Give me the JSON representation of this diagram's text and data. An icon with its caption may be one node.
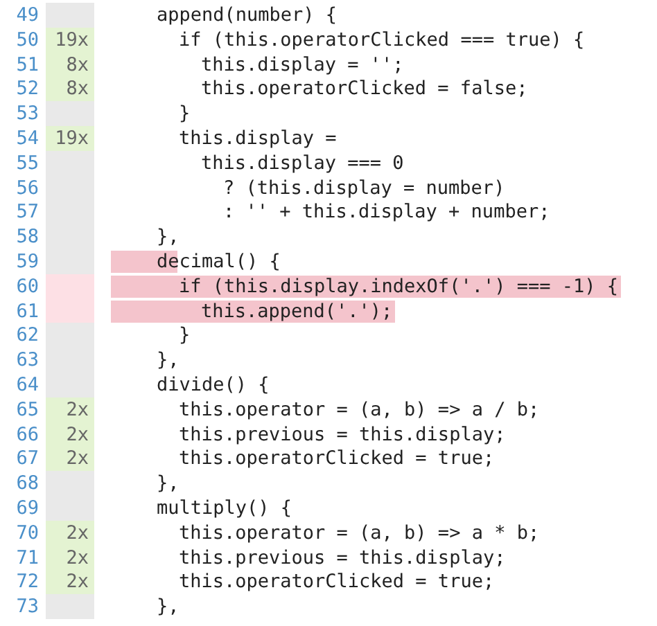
{
  "diagram": {
    "labels": [
      "49",
      "append(number) {",
      "50",
      "19x",
      "if (this.operatorClicked === true) {",
      "51",
      "8x",
      "this.display = '';",
      "52",
      "8x",
      "this.operatorClicked = false;",
      "53",
      "}",
      "54",
      "19x",
      "this.display =",
      "55",
      "this.display === 0",
      "56",
      "? (this.display = number)",
      "57",
      ": '' + this.display + number;",
      "58",
      "},",
      "59",
      "decimal() {",
      "60",
      "if (this.display.indexOf('.') === -1) {",
      "61",
      "this.append('.');",
      "62",
      "}",
      "63",
      "},",
      "64",
      "divide() {",
      "65",
      "2x",
      "this.operator = (a, b) => a / b;",
      "66",
      "2x",
      "this.previous = this.display;",
      "67",
      "2x",
      "this.operatorClicked = true;",
      "68",
      "},",
      "69",
      "multiply() {",
      "70",
      "2x",
      "this.operator = (a, b) => a * b;",
      "71",
      "2x",
      "this.previous = this.display;",
      "72",
      "2x",
      "this.operatorClicked = true;",
      "73",
      "},"
    ]
  }
}
